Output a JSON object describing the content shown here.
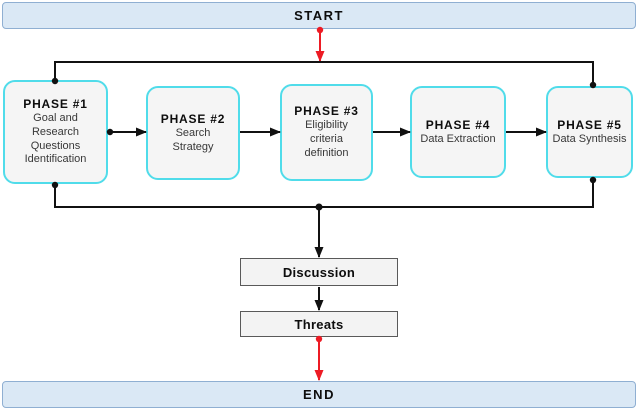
{
  "colors": {
    "banner-fill": "#dae8f5",
    "banner-border": "#8fafd2",
    "phase-fill": "#f5f5f5",
    "phase-border": "#50dcea",
    "box-fill": "#f3f3f3",
    "box-border": "#595959",
    "line-black": "#111111",
    "line-red": "#ed1b24",
    "text-primary": "#0d0d0d",
    "text-secondary": "#383838"
  },
  "nodes": {
    "start": {
      "label": "START"
    },
    "end": {
      "label": "END"
    },
    "discussion": {
      "label": "Discussion"
    },
    "threats": {
      "label": "Threats"
    }
  },
  "phases": [
    {
      "title": "PHASE #1",
      "subtitle": "Goal and Research Questions Identification"
    },
    {
      "title": "PHASE #2",
      "subtitle": "Search Strategy"
    },
    {
      "title": "PHASE #3",
      "subtitle": "Eligibility criteria definition"
    },
    {
      "title": "PHASE #4",
      "subtitle": "Data Extraction"
    },
    {
      "title": "PHASE #5",
      "subtitle": "Data Synthesis"
    }
  ]
}
